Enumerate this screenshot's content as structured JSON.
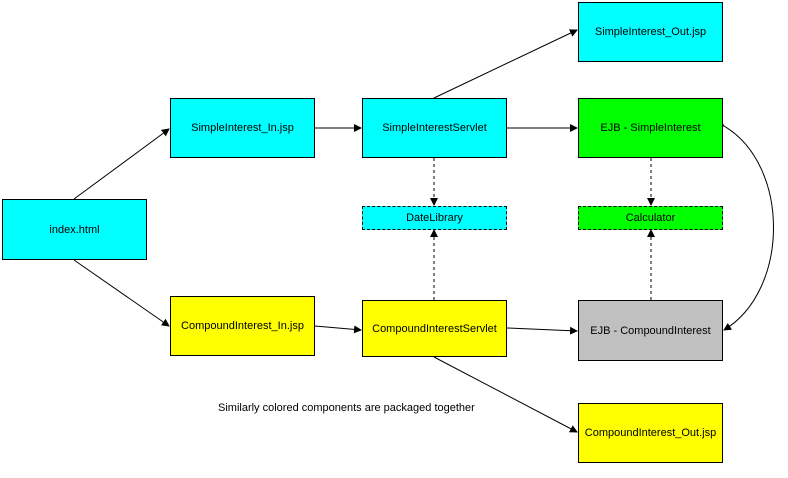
{
  "colors": {
    "cyan": "#00ffff",
    "yellow": "#ffff00",
    "green": "#00ff00",
    "gray": "#c0c0c0",
    "line": "#000000"
  },
  "nodes": {
    "index": {
      "label": "index.html",
      "color": "cyan"
    },
    "simple_in": {
      "label": "SimpleInterest_In.jsp",
      "color": "cyan"
    },
    "simple_servlet": {
      "label": "SimpleInterestServlet",
      "color": "cyan"
    },
    "simple_out": {
      "label": "SimpleInterest_Out.jsp",
      "color": "cyan"
    },
    "ejb_simple": {
      "label": "EJB - SimpleInterest",
      "color": "green"
    },
    "date_library": {
      "label": "DateLibrary",
      "color": "cyan"
    },
    "calculator": {
      "label": "Calculator",
      "color": "green"
    },
    "compound_in": {
      "label": "CompoundInterest_In.jsp",
      "color": "yellow"
    },
    "compound_servlet": {
      "label": "CompoundInterestServlet",
      "color": "yellow"
    },
    "ejb_compound": {
      "label": "EJB - CompoundInterest",
      "color": "gray"
    },
    "compound_out": {
      "label": "CompoundInterest_Out.jsp",
      "color": "yellow"
    }
  },
  "caption": "Similarly colored components are packaged together"
}
